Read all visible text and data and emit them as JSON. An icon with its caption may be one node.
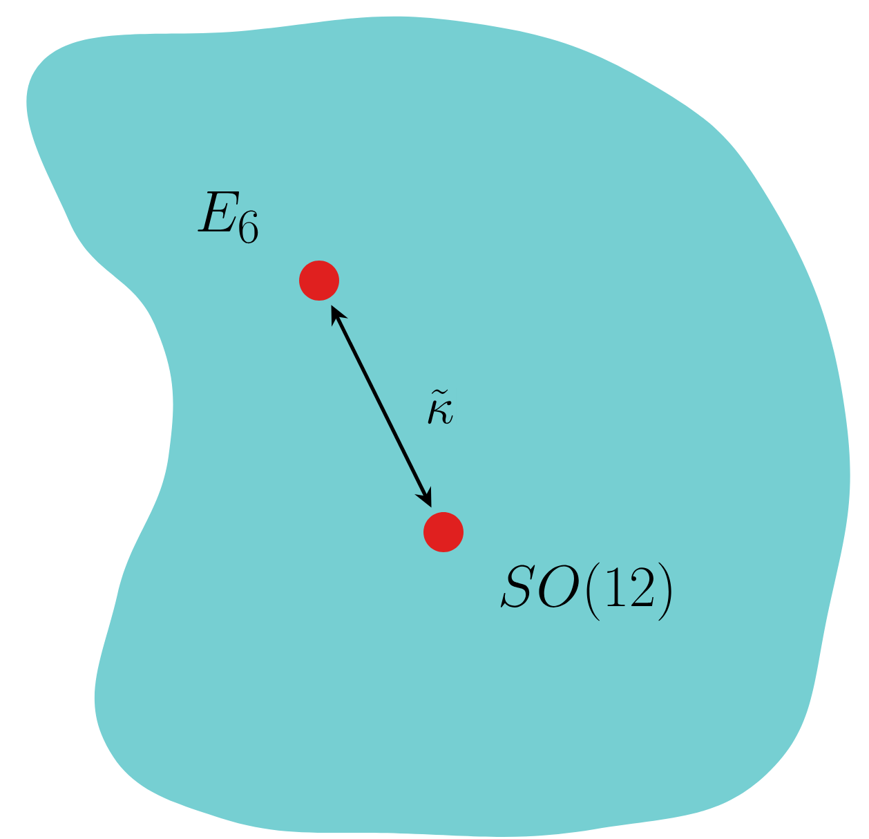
{
  "diagram": {
    "nodes": [
      {
        "text": [],
        "shape": "blob"
      },
      {
        "text": [],
        "shape": "circle",
        "in": 0,
        "beside": [
          "E_6"
        ]
      },
      {
        "text": [],
        "shape": "circle",
        "in": 0,
        "beside": [
          "SO(12)"
        ]
      }
    ],
    "edges": [
      {
        "from": 1,
        "to": 2,
        "arrow": "both",
        "label": "\\tilde{\\kappa}"
      }
    ]
  }
}
